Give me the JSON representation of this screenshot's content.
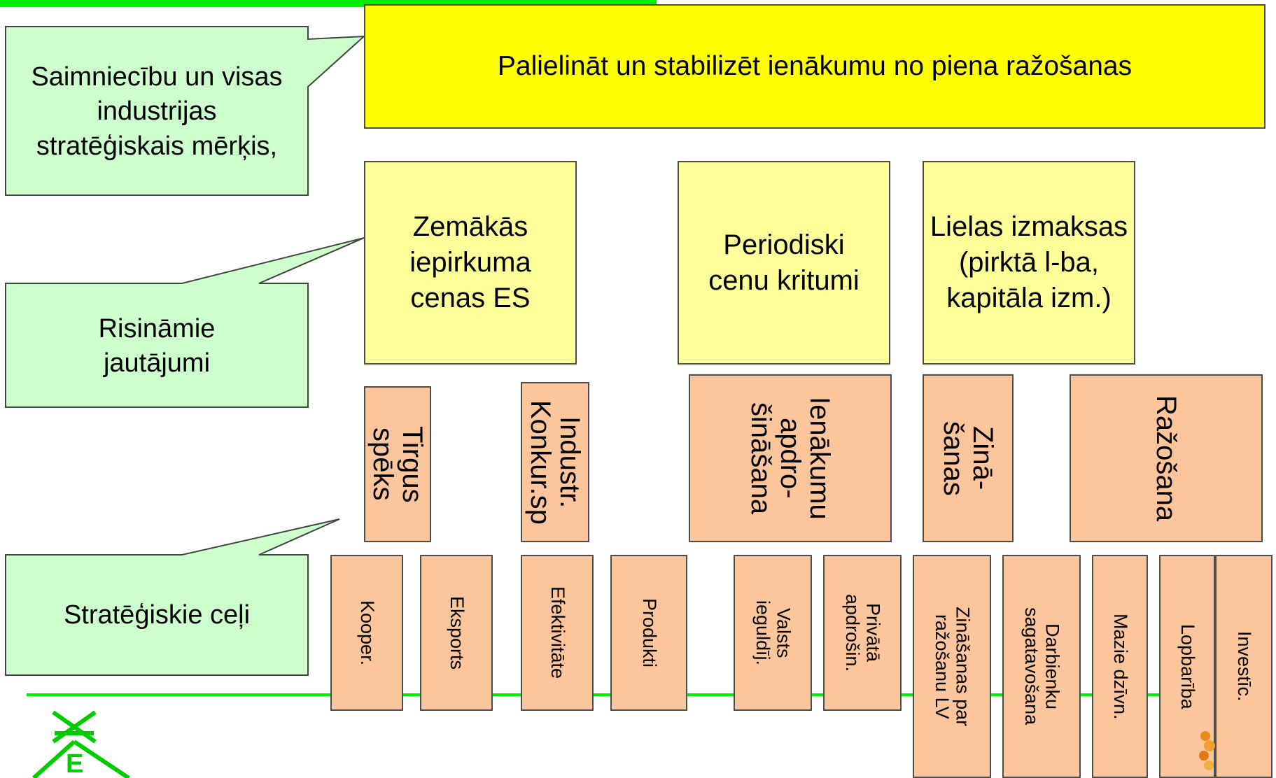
{
  "callouts": {
    "goal_label": "Saimniecību un visas industrijas stratēģiskais mērķis,",
    "issues_label": "Risināmie jautājumi",
    "paths_label": "Stratēģiskie ceļi"
  },
  "goal": "Palielināt un stabilizēt ienākumu no piena ražošanas",
  "issues": [
    "Zemākās iepirkuma cenas ES",
    "Periodiski cenu kritumi",
    "Lielas izmaksas (pirktā l-ba, kapitāla izm.)"
  ],
  "strategies": [
    "Tirgus spēks",
    "Industr. Konkur.sp",
    "Ienākumu apdro-šināšana",
    "Zinā-šanas",
    "Ražošana"
  ],
  "paths": [
    "Kooper.",
    "Eksports",
    "Efektivitāte",
    "Produkti",
    "Valsts ieguldīj.",
    "Privātā apdrošin.",
    "Zināšanas par ražošanu LV",
    "Darbienku sagatavošana",
    "Mazie dzīvn.",
    "Lopbarība",
    "Investīc."
  ],
  "logo_letter": "E",
  "colors": {
    "goal_fill": "#ffff00",
    "issue_fill": "#ffff99",
    "strategy_fill": "#fcc59b",
    "callout_fill": "#ccffcc",
    "line_green": "#00ee00"
  }
}
